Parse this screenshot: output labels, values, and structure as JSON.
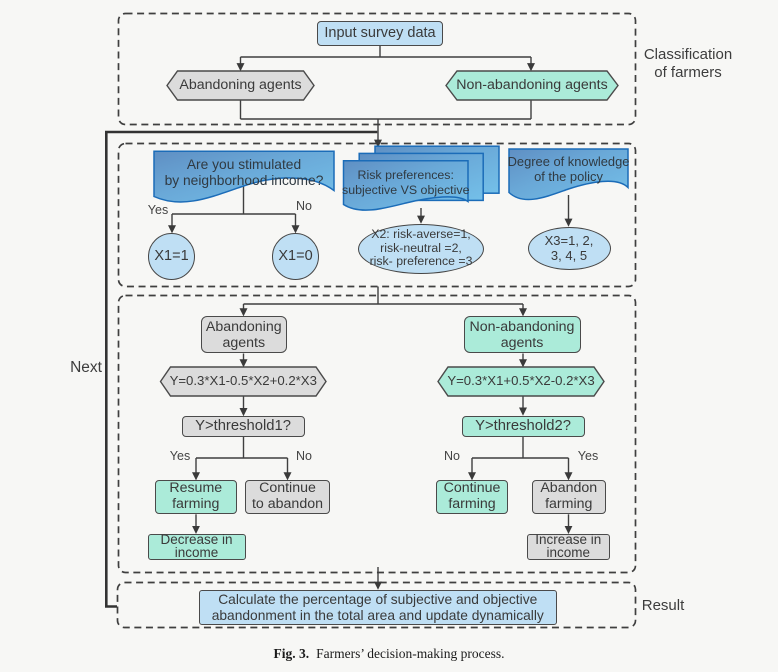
{
  "colors": {
    "background": "#f7f7f5",
    "light_blue_fill": "#bfdff4",
    "gray_fill": "#dcdcdc",
    "teal_fill": "#abebd9",
    "banner_blue_border": "#1b6cb8",
    "banner_gradient_start": "#5b8ec5",
    "banner_gradient_end": "#79c2e9",
    "line_color": "#3f3f3f"
  },
  "sections": {
    "classification": {
      "side_label": {
        "lines": [
          "Classification",
          "of farmers"
        ]
      },
      "input_box": "Input survey data",
      "abandoning_hex": "Abandoning agents",
      "non_abandoning_hex": "Non-abandoning agents"
    },
    "variables": {
      "next_label": "Next",
      "neighborhood": {
        "banner": {
          "lines": [
            "Are you stimulated",
            "by neighborhood income?"
          ]
        },
        "yes_label": "Yes",
        "no_label": "No",
        "x1_yes_circle": "X1=1",
        "x1_no_circle": "X1=0"
      },
      "risk": {
        "stack": {
          "lines": [
            "Risk preferences:",
            "subjective VS objective"
          ]
        },
        "x2_ellipse": {
          "lines": [
            "X2: risk-averse=1,",
            "risk-neutral =2,",
            "risk- preference =3"
          ]
        }
      },
      "knowledge": {
        "banner": {
          "lines": [
            "Degree of knowledge",
            "of the policy"
          ]
        },
        "x3_ellipse": {
          "lines": [
            "X3=1、2、",
            "3、4、5"
          ]
        }
      }
    },
    "decision": {
      "left": {
        "agent_box": {
          "lines": [
            "Abandoning",
            "agents"
          ]
        },
        "formula_hex": "Y=0.3*X1-0.5*X2+0.2*X3",
        "threshold_box": "Y>threshold1?",
        "yes_label": "Yes",
        "no_label": "No",
        "yes_box": {
          "lines": [
            "Resume",
            "farming"
          ]
        },
        "no_box": {
          "lines": [
            "Continue",
            "to abandon"
          ]
        },
        "outcome_box": {
          "lines": [
            "Decrease in",
            "income"
          ]
        }
      },
      "right": {
        "agent_box": {
          "lines": [
            "Non-abandoning",
            "agents"
          ]
        },
        "formula_hex": "Y=0.3*X1+0.5*X2-0.2*X3",
        "threshold_box": "Y>threshold2?",
        "no_label": "No",
        "yes_label": "Yes",
        "no_box": {
          "lines": [
            "Continue",
            "farming"
          ]
        },
        "yes_box": {
          "lines": [
            "Abandon",
            "farming"
          ]
        },
        "outcome_box": {
          "lines": [
            "Increase in",
            "income"
          ]
        }
      }
    },
    "result": {
      "side_label": "Result",
      "box": {
        "lines": [
          "Calculate the percentage of subjective and objective",
          "abandonment in the total area and update dynamically"
        ]
      }
    }
  },
  "caption": {
    "label": "Fig. 3.",
    "text": "Farmers’ decision-making process."
  }
}
